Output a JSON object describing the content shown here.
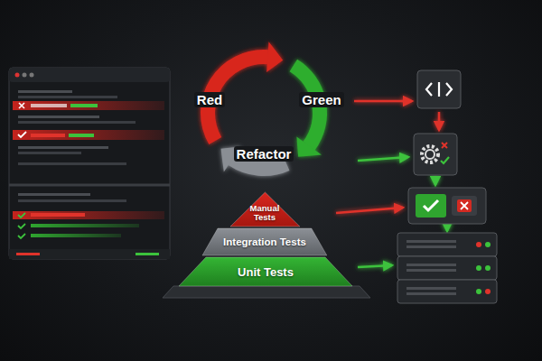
{
  "diagram": {
    "nodes": [
      {
        "text": [
          "Manual Tests"
        ]
      },
      {
        "text": [
          "Integration Tests"
        ]
      },
      {
        "text": [
          "Unit Tests"
        ]
      }
    ],
    "labels": [
      "Red",
      "Green",
      "Refactor"
    ]
  }
}
